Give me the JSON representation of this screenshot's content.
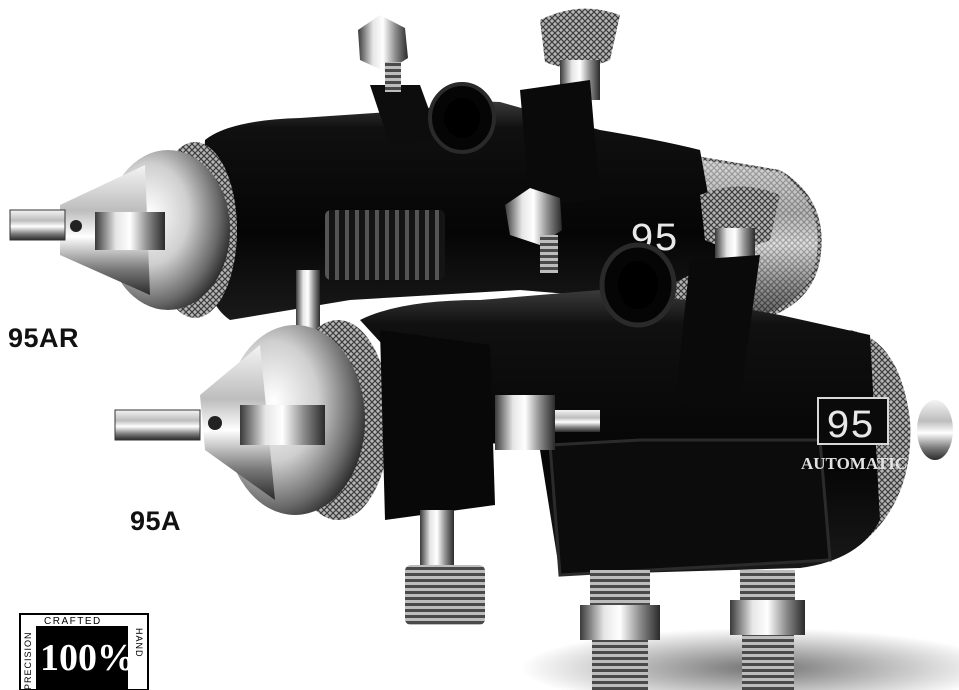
{
  "labels": {
    "top_model": "95AR",
    "bottom_model": "95A"
  },
  "gun_markings": {
    "top_number": "95",
    "bottom_number": "95",
    "bottom_word": "AUTOMATIC"
  },
  "badge": {
    "value": "100%",
    "top_word": "CRAFTED",
    "side_left": "PRECISION",
    "side_right": "HAND"
  },
  "colors": {
    "background": "#ffffff",
    "body": "#0a0a0a",
    "chrome": "#c8c8c8"
  }
}
